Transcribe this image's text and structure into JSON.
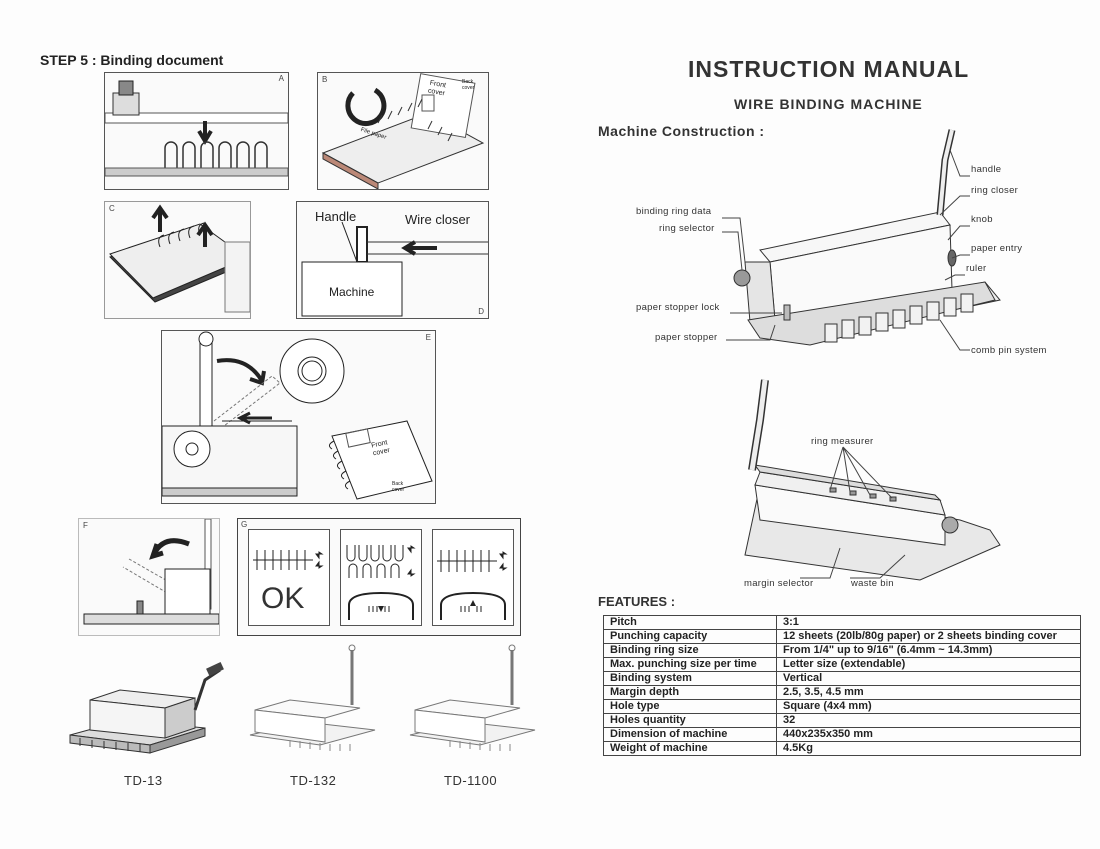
{
  "left": {
    "step_title": "STEP 5 : Binding document",
    "panels": {
      "a": "A",
      "b": "B",
      "c": "C",
      "d": "D",
      "e": "E",
      "f": "F",
      "g": "G"
    },
    "b_texts": {
      "front_cover": "Front cover",
      "back_cover": "Back cover",
      "file_paper": "File paper"
    },
    "d_texts": {
      "handle": "Handle",
      "wire_closer": "Wire closer",
      "machine": "Machine"
    },
    "e_texts": {
      "front_cover": "Front cover",
      "back_cover": "Back cover"
    },
    "g_ok": "OK",
    "models": [
      "TD-13",
      "TD-132",
      "TD-1100"
    ]
  },
  "right": {
    "title": "INSTRUCTION MANUAL",
    "subtitle": "WIRE BINDING MACHINE",
    "construction_heading": "Machine Construction :",
    "parts": {
      "handle": "handle",
      "ring_closer": "ring closer",
      "knob": "knob",
      "paper_entry": "paper entry",
      "ruler": "ruler",
      "binding_ring_data": "binding ring data",
      "ring_selector": "ring selector",
      "paper_stopper_lock": "paper stopper lock",
      "paper_stopper": "paper stopper",
      "comb_pin_system": "comb pin system",
      "ring_measurer": "ring measurer",
      "margin_selector": "margin selector",
      "waste_bin": "waste bin"
    },
    "features_heading": "FEATURES :",
    "features": [
      {
        "k": "Pitch",
        "v": "3:1"
      },
      {
        "k": "Punching capacity",
        "v": "12 sheets (20lb/80g paper) or 2 sheets binding cover"
      },
      {
        "k": "Binding ring size",
        "v": "From 1/4\" up to 9/16\" (6.4mm ~ 14.3mm)"
      },
      {
        "k": "Max. punching size per time",
        "v": "Letter size (extendable)"
      },
      {
        "k": "Binding system",
        "v": "Vertical"
      },
      {
        "k": "Margin depth",
        "v": "2.5, 3.5, 4.5 mm"
      },
      {
        "k": "Hole type",
        "v": "Square (4x4 mm)"
      },
      {
        "k": "Holes quantity",
        "v": "32"
      },
      {
        "k": "Dimension of machine",
        "v": "440x235x350 mm"
      },
      {
        "k": "Weight of machine",
        "v": "4.5Kg"
      }
    ]
  }
}
